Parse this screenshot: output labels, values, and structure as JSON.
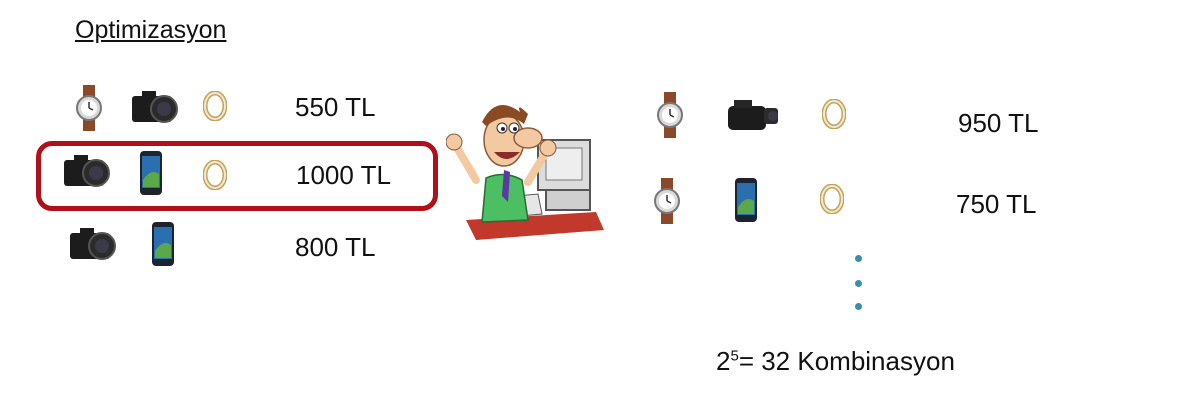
{
  "title": "Optimizasyon",
  "left_options": [
    {
      "items": [
        "watch-icon",
        "camera-icon",
        "ring-icon"
      ],
      "price": "550 TL"
    },
    {
      "items": [
        "camera-icon",
        "phone-icon",
        "ring-icon"
      ],
      "price": "1000 TL",
      "selected": true
    },
    {
      "items": [
        "camera-icon",
        "phone-icon"
      ],
      "price": "800 TL"
    }
  ],
  "right_options": [
    {
      "items": [
        "watch-icon",
        "camcorder-icon",
        "ring-icon"
      ],
      "price": "950 TL"
    },
    {
      "items": [
        "watch-icon",
        "phone-icon",
        "ring-icon"
      ],
      "price": "750 TL"
    }
  ],
  "ellipsis_dots": 3,
  "combination": {
    "base": "2",
    "exponent": "5",
    "text": "= 32 Kombinasyon"
  },
  "colors": {
    "highlight": "#b0101a",
    "dots": "#3b8ea5"
  }
}
